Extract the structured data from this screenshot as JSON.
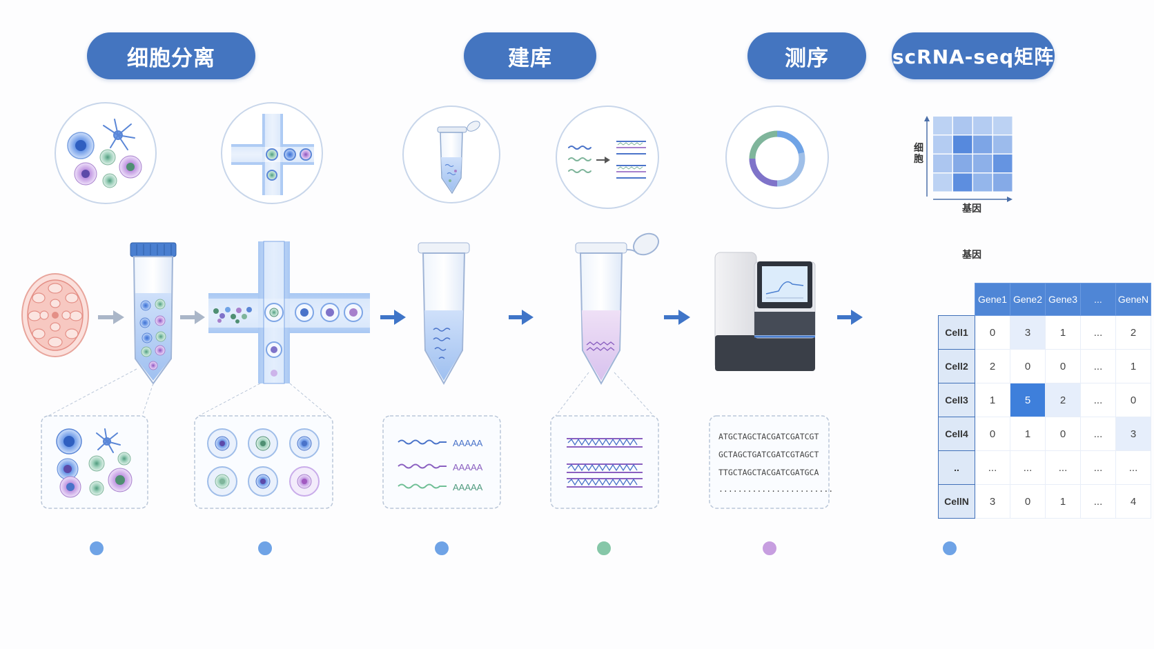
{
  "stages": {
    "isolation": "细胞分离",
    "library": "建库",
    "sequencing": "测序",
    "matrix": "scRNA-seq矩阵"
  },
  "heatmap": {
    "ylabel": "细胞",
    "xlabel": "基因",
    "levels": [
      [
        0.2,
        0.3,
        0.25,
        0.2
      ],
      [
        0.25,
        0.85,
        0.6,
        0.4
      ],
      [
        0.3,
        0.55,
        0.5,
        0.75
      ],
      [
        0.2,
        0.8,
        0.45,
        0.55
      ]
    ]
  },
  "library_reads": {
    "polyA": [
      "AAAAA",
      "AAAAA",
      "AAAAA"
    ]
  },
  "sequences": {
    "lines": [
      "ATGCTAGCTACGATCGATCGT",
      "GCTAGCTGATCGATCGTAGCT",
      "TTGCTAGCTACGATCGATGCA",
      "........................"
    ]
  },
  "matrix": {
    "title": "基因",
    "columns": [
      "Gene1",
      "Gene2",
      "Gene3",
      "...",
      "GeneN"
    ],
    "rows": [
      {
        "label": "Cell1",
        "values": [
          "0",
          "3",
          "1",
          "...",
          "2"
        ]
      },
      {
        "label": "Cell2",
        "values": [
          "2",
          "0",
          "0",
          "...",
          "1"
        ]
      },
      {
        "label": "Cell3",
        "values": [
          "1",
          "5",
          "2",
          "...",
          "0"
        ]
      },
      {
        "label": "Cell4",
        "values": [
          "0",
          "1",
          "0",
          "...",
          "3"
        ]
      },
      {
        "label": "..",
        "values": [
          "...",
          "...",
          "...",
          "...",
          "..."
        ]
      },
      {
        "label": "CellN",
        "values": [
          "3",
          "0",
          "1",
          "...",
          "4"
        ]
      }
    ]
  },
  "timeline": {
    "dot_colors": [
      "#6fa3e6",
      "#6fa3e6",
      "#6fa3e6",
      "#86c7a8",
      "#c79ee0",
      "#6fa3e6"
    ]
  }
}
